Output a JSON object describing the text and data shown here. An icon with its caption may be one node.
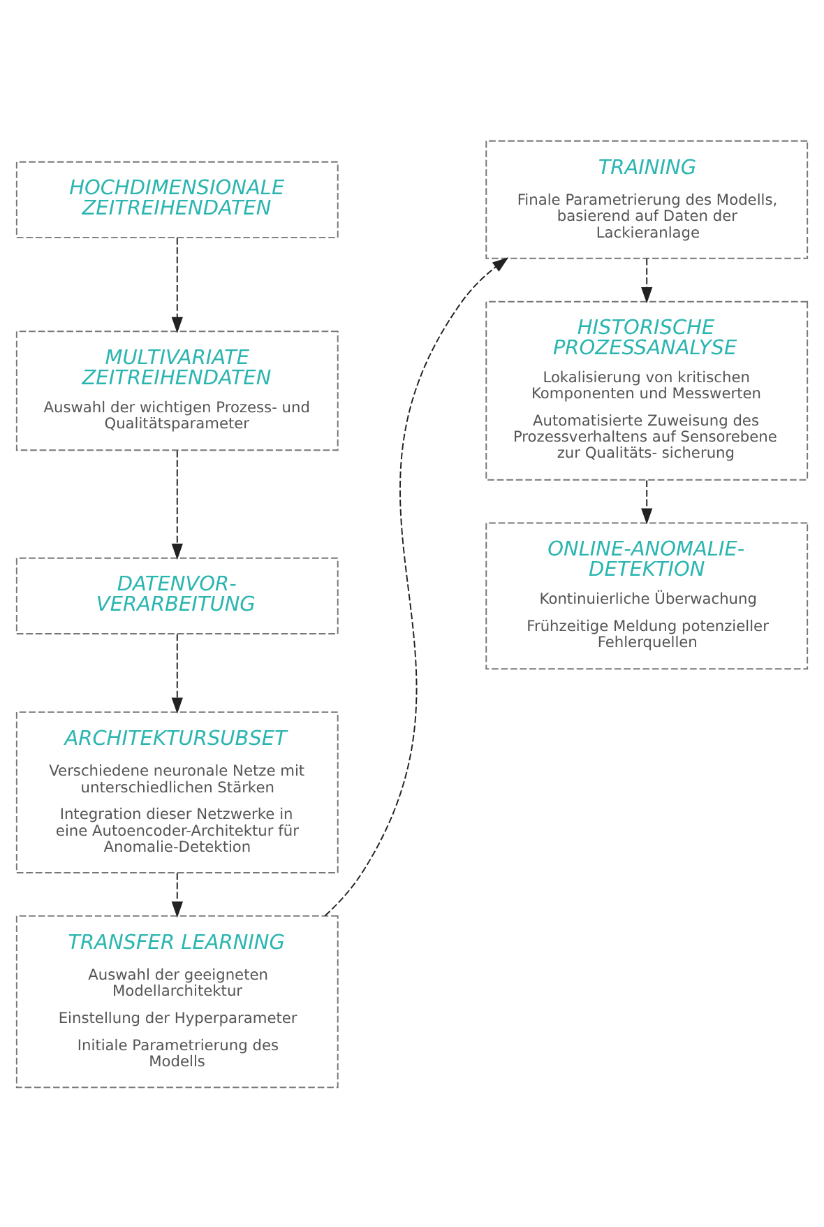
{
  "diagram": {
    "nodes": [
      {
        "text": [
          "HOCHDIMENSIONALE ZEITREIHENDATEN"
        ]
      },
      {
        "text": [
          "MULTIVARIATE ZEITREIHENDATEN",
          "Auswahl der wichtigen Prozess- und Qualitätsparameter"
        ]
      },
      {
        "text": [
          "DATENVOR- VERARBEITUNG"
        ]
      },
      {
        "text": [
          "ARCHITEKTURSUBSET",
          "Verschiedene neuronale Netze mit unterschiedlichen Stärken",
          "Integration dieser Netzwerke in eine Autoencoder-Architektur für Anomalie-Detektion"
        ]
      },
      {
        "text": [
          "TRANSFER LEARNING",
          "Auswahl der geeigneten Modellarchitektur",
          "Einstellung der Hyperparameter",
          "Initiale Parametrierung des Modells"
        ]
      },
      {
        "text": [
          "TRAINING",
          "Finale Parametrierung des Modells, basierend auf Daten der Lackieranlage"
        ]
      },
      {
        "text": [
          "HISTORISCHE PROZESSANALYSE",
          "Lokalisierung von kritischen Komponenten und Messwerten",
          "Automatisierte Zuweisung des Prozessverhaltens auf Sensorebene zur Qualitäts- sicherung"
        ]
      },
      {
        "text": [
          "ONLINE-ANOMALIE- DETEKTION",
          "Kontinuierliche Überwachung",
          "Frühzeitige Meldung potenzieller Fehlerquellen"
        ]
      }
    ],
    "edges": [
      {
        "from": 0,
        "to": 1,
        "arrow": "to",
        "style": "dashed"
      },
      {
        "from": 1,
        "to": 2,
        "arrow": "to",
        "style": "dashed"
      },
      {
        "from": 2,
        "to": 3,
        "arrow": "to",
        "style": "dashed"
      },
      {
        "from": 3,
        "to": 4,
        "arrow": "to",
        "style": "dashed"
      },
      {
        "from": 4,
        "to": 5,
        "arrow": "to",
        "style": "dashed"
      },
      {
        "from": 5,
        "to": 6,
        "arrow": "to",
        "style": "dashed"
      },
      {
        "from": 6,
        "to": 7,
        "arrow": "to",
        "style": "dashed"
      }
    ]
  }
}
